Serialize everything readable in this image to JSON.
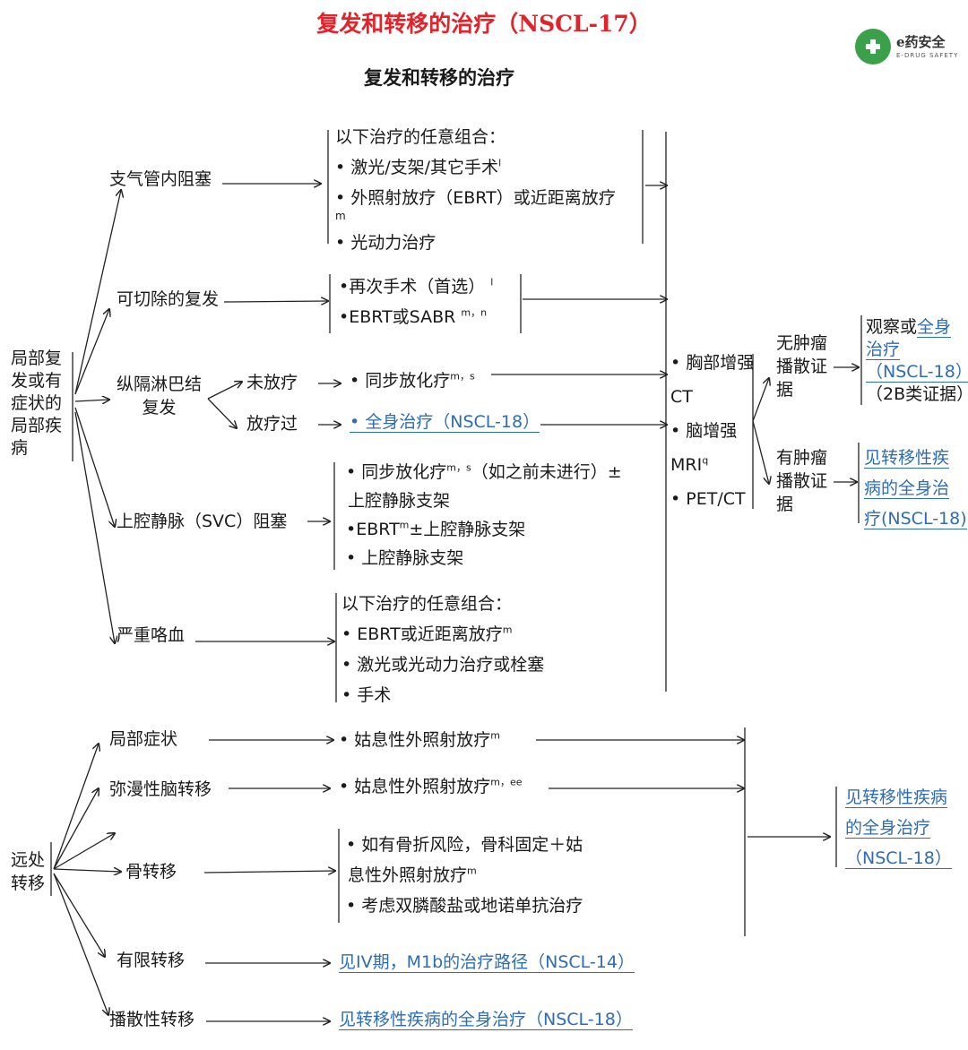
{
  "title": "复发和转移的治疗（NSCL-17）",
  "subtitle": "复发和转移的治疗",
  "logo": {
    "name": "e药安全",
    "sub": "E-DRUG SAFETY",
    "color": "#3aa04a"
  },
  "colors": {
    "title": "#e2232a",
    "link": "#2f6db3"
  },
  "local": {
    "root": [
      "局部复",
      "发或有",
      "症状的",
      "局部疾",
      "病"
    ],
    "n1": "支气管内阻塞",
    "n2": "可切除的复发",
    "n3": [
      "纵隔淋巴结",
      "复发"
    ],
    "n3a": "未放疗",
    "n3b": "放疗过",
    "n4": "上腔静脉（SVC）阻塞",
    "n5": "严重咯血",
    "b1": {
      "head": "以下治疗的任意组合：",
      "i1": "• 激光/支架/其它手术",
      "i1s": "l",
      "i2": "• 外照射放疗（EBRT）或近距离放疗",
      "i2s": "m",
      "i3": "• 光动力治疗"
    },
    "b2": {
      "i1": "•再次手术（首选）",
      "i1s": "l",
      "i2": "•EBRT或SABR",
      "i2s": "m，n"
    },
    "b3a": {
      "text": "• 同步放化疗",
      "sup": "m，s"
    },
    "b3b": "• 全身治疗（NSCL-18）",
    "b4": {
      "i1": "• 同步放化疗",
      "i1s": "m，s",
      "i1b": "（如之前未进行）±",
      "i1c": "上腔静脉支架",
      "i2": "•EBRT",
      "i2s": "m",
      "i2b": "±上腔静脉支架",
      "i3": "• 上腔静脉支架"
    },
    "b5": {
      "head": "以下治疗的任意组合：",
      "i1": "• EBRT或近距离放疗",
      "i1s": "m",
      "i2": "• 激光或光动力治疗或栓塞",
      "i3": "• 手术"
    },
    "eval": {
      "i1": "• 胸部增强",
      "i1b": "CT",
      "i2": "• 脑增强",
      "i2b": "MRI",
      "i2s": "q",
      "i3": "• PET/CT"
    },
    "no": [
      "无肿瘤",
      "播散证",
      "据"
    ],
    "yes": [
      "有肿瘤",
      "播散证",
      "据"
    ],
    "no_r": {
      "pre": "观察或",
      "l1": "全身",
      "l2": "治疗",
      "l3": "（NSCL-18）",
      "post": "（2B类证据）"
    },
    "yes_r": [
      "见转移性疾",
      "病的全身治",
      "疗(NSCL-18)"
    ]
  },
  "distant": {
    "root": [
      "远处",
      "转移"
    ],
    "d1": "局部症状",
    "d2": "弥漫性脑转移",
    "d3": "骨转移",
    "d4": "有限转移",
    "d5": "播散性转移",
    "t1": {
      "text": "• 姑息性外照射放疗",
      "sup": "m"
    },
    "t2": {
      "text": "• 姑息性外照射放疗",
      "sup": "m，ee"
    },
    "t3": {
      "i1": "• 如有骨折风险，骨科固定＋姑",
      "i1b": "息性外照射放疗",
      "i1s": "m",
      "i2": "• 考虑双膦酸盐或地诺单抗治疗"
    },
    "t4": "见IV期，M1b的治疗路径（NSCL-14）",
    "t5": "见转移性疾病的全身治疗（NSCL-18）",
    "r": [
      "见转移性疾病",
      "的全身治疗",
      "（NSCL-18）"
    ]
  }
}
